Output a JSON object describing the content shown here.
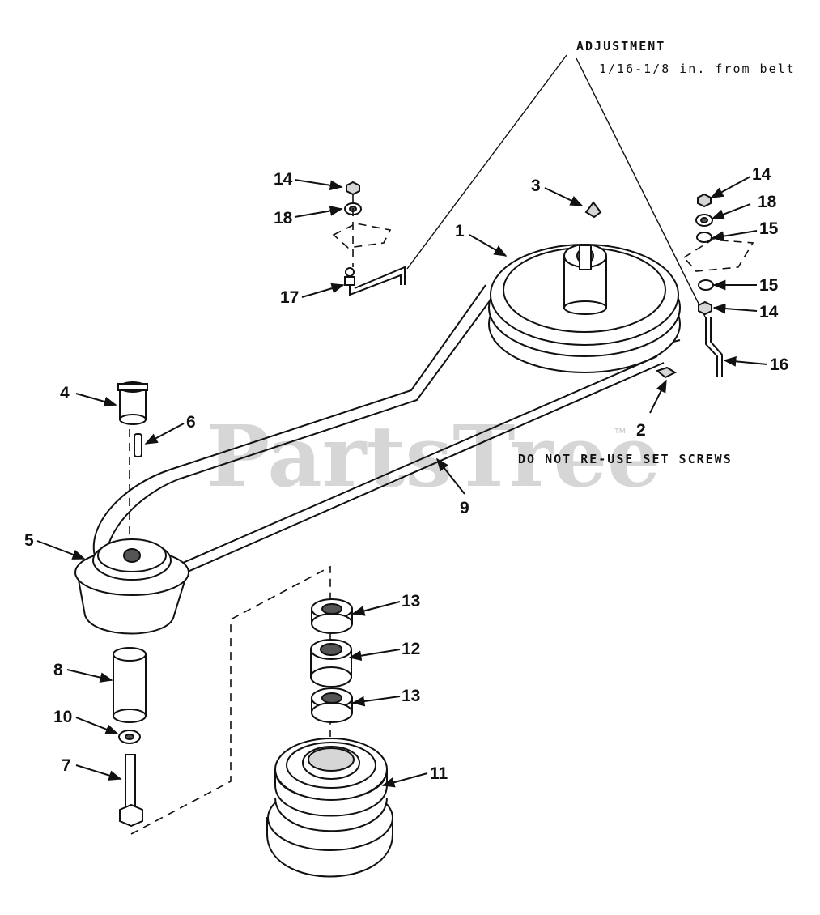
{
  "watermark": {
    "text": "PartsTree",
    "trademark": "™"
  },
  "notes": {
    "adjustment_title": "ADJUSTMENT",
    "adjustment_detail": "1/16-1/8 in. from belt",
    "set_screws": "DO NOT RE-USE SET SCREWS"
  },
  "callouts": {
    "c1": "1",
    "c2": "2",
    "c3": "3",
    "c4": "4",
    "c5": "5",
    "c6": "6",
    "c7": "7",
    "c8": "8",
    "c9": "9",
    "c10": "10",
    "c11": "11",
    "c12": "12",
    "c13_upper": "13",
    "c13_lower": "13",
    "c14_left": "14",
    "c14_right_top": "14",
    "c14_right_bottom": "14",
    "c15_upper": "15",
    "c15_lower": "15",
    "c16": "16",
    "c17": "17",
    "c18_left": "18",
    "c18_right": "18"
  },
  "colors": {
    "ink": "#111111",
    "watermark": "#c9c9c9",
    "background": "#ffffff"
  }
}
